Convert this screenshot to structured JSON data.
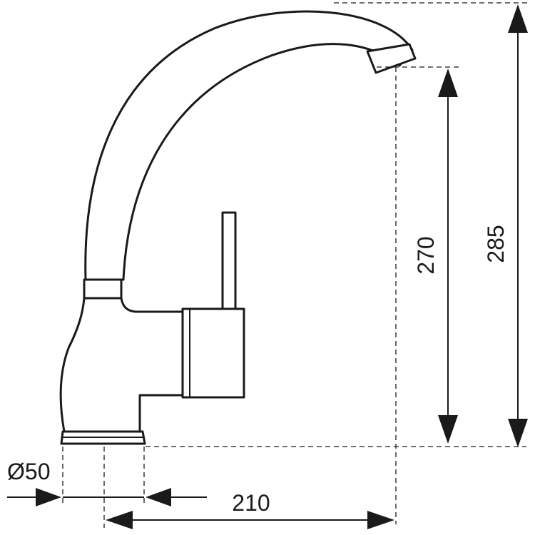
{
  "diagram": {
    "subject": "faucet-side-elevation",
    "dimensions": {
      "spout_height": "270",
      "total_height": "285",
      "spout_reach": "210",
      "base_diameter": "Ø50"
    }
  }
}
